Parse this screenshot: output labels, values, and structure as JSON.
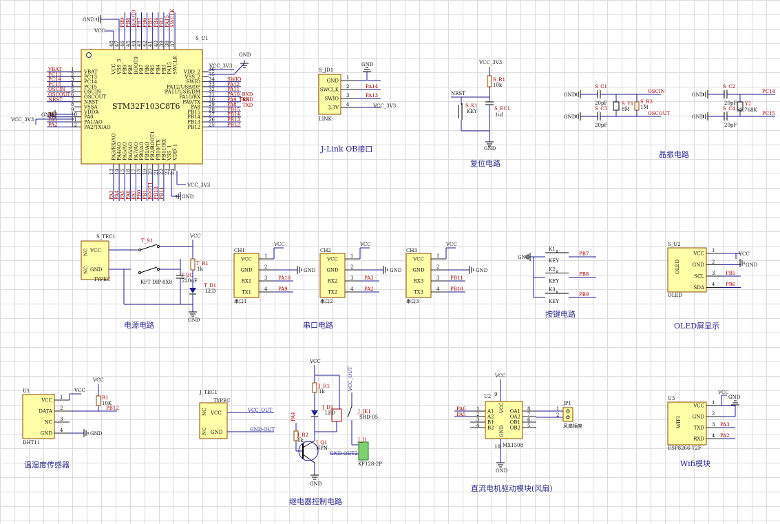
{
  "sections": {
    "power": "电源电路",
    "serial": "串口电路",
    "buttons": "按键电路",
    "oled": "OLED屏显示",
    "dht": "温湿度传感器",
    "relay": "继电器控制电路",
    "motor": "直流电机驱动模块(风扇)",
    "wifi": "Wifi模块",
    "jlink": "J-Link OB接口",
    "reset": "复位电路",
    "crystal": "晶振电路"
  },
  "mcu": {
    "ref": "S_U1",
    "part": "STM32F103C8T6",
    "left_pins": [
      "VBAT",
      "PC13",
      "PC14",
      "PC15",
      "OSCIN",
      "OSCOUT",
      "NRST",
      "VSSA",
      "VDDA",
      "PA0",
      "PA1/AO",
      "PA2/TX/AO"
    ],
    "left_nums": [
      "1",
      "2",
      "3",
      "4",
      "5",
      "6",
      "7",
      "8",
      "9",
      "10",
      "11",
      "12"
    ],
    "left_nets": [
      "VBAT",
      "PC13",
      "PC14",
      "PC15",
      "OSCIN",
      "OSCOUT",
      "NRST",
      "GND",
      "VCC_3V3",
      "PA0",
      "PA1",
      "PA2"
    ],
    "right_pins": [
      "VDD_2",
      "VSS_2",
      "SWIO",
      "PA12/USB/DP",
      "PA11/USB/DM",
      "PA10/RX",
      "PA9/TX",
      "PA8",
      "PB15",
      "PB14",
      "PB13",
      "PB12"
    ],
    "right_nums": [
      "36",
      "35",
      "34",
      "33",
      "32",
      "31",
      "30",
      "29",
      "28",
      "27",
      "26",
      "25"
    ],
    "right_nets": [
      "VCC_3V3",
      "",
      "SWIO",
      "PA12",
      "PA11",
      "PA10_RXD",
      "PA9_TXD",
      "PA8",
      "PB15",
      "PB14",
      "PB13",
      "PB12"
    ],
    "top_pins": [
      "VCC",
      "VSS_3",
      "PB9",
      "PB8",
      "BOOT0",
      "PB7",
      "PB6",
      "PB5",
      "PB4",
      "PB3",
      "PA15",
      "SWCLK"
    ],
    "top_nums": [
      "48",
      "47",
      "46",
      "45",
      "44",
      "43",
      "42",
      "41",
      "40",
      "39",
      "38",
      "37"
    ],
    "top_nets": [
      "",
      "",
      "PB9",
      "PB8",
      "BOOT0",
      "PB7",
      "PB6",
      "PB5",
      "PB4",
      "PB3",
      "PA15",
      "SWCLK"
    ],
    "bottom_pins": [
      "PA3/RX/AO",
      "PA4/AO",
      "PA5/AO",
      "PA6/AO",
      "PA7/AO",
      "PB0/AO",
      "PB1/AO",
      "PB2/BOOT1",
      "PB10/TX",
      "PB11/RX",
      "VSS_1",
      "VDD_1"
    ],
    "bottom_nums": [
      "13",
      "14",
      "15",
      "16",
      "17",
      "18",
      "19",
      "20",
      "21",
      "22",
      "23",
      "24"
    ],
    "bottom_nets": [
      "PA3",
      "PA4",
      "PA5",
      "PA6",
      "PA7",
      "PB0",
      "PB1",
      "BOOT1",
      "PB10",
      "PB11",
      "",
      ""
    ],
    "gnd": "GND",
    "vcc": "VCC",
    "vcc3v3": "VCC_3V3",
    "rx": "RXD",
    "tx": "TXD"
  },
  "jlink": {
    "ref": "S_JD1",
    "name": "LINK",
    "pins": [
      "GND",
      "SWCLK",
      "SWIO",
      "3.3V"
    ],
    "nums": [
      "1",
      "2",
      "3",
      "4"
    ],
    "nets": [
      "GND",
      "PA14",
      "PA13",
      "VCC_3V3"
    ]
  },
  "reset": {
    "vcc": "VCC_3V3",
    "r": "S_R1",
    "rv": "10k",
    "nrst": "NRST",
    "k": "S_K1",
    "kv": "KEY",
    "c": "S_EC1",
    "cv": "1uf",
    "gnd": "GND"
  },
  "crystal": {
    "c1": "S_C1",
    "c1v": "20pF",
    "c3": "S_C3",
    "c3v": "20pF",
    "y1": "S_Y1",
    "y1v": "8M",
    "r2": "S_R2",
    "r2v": "1M",
    "oscin": "OSCIN",
    "oscout": "OSCOUT",
    "c2": "S_C2",
    "c2v": "20pF",
    "c4": "S_C4",
    "c4v": "20pF",
    "y2": "Y2",
    "y2v": "32.768K",
    "pc14": "PC14",
    "pc15": "PC15",
    "gnd": "GND"
  },
  "power": {
    "tec": "S_TEC1",
    "tecv": "TYPEC",
    "nc": "NC",
    "vcc_pin": "VCC",
    "gnd_pin": "GND",
    "sw": "T_S1",
    "swv": "KFT DIP-8X8",
    "r": "T_R1",
    "rv": "1k",
    "c": "T_EC",
    "cv": "220uF",
    "d": "T_D1",
    "dv": "LED",
    "vcc": "VCC",
    "gnd": "GND"
  },
  "serial": {
    "units": [
      {
        "ref": "CH1",
        "name": "串口1",
        "pins": [
          "VCC",
          "GND",
          "RX1",
          "TX1"
        ],
        "nets": [
          "VCC",
          "GND",
          "PA10",
          "PA9"
        ]
      },
      {
        "ref": "CH2",
        "name": "串口2",
        "pins": [
          "VCC",
          "GND",
          "RX2",
          "TX2"
        ],
        "nets": [
          "VCC",
          "GND",
          "PA3",
          "PA2"
        ]
      },
      {
        "ref": "CH3",
        "name": "串口3",
        "pins": [
          "VCC",
          "GND",
          "RX3",
          "TX3"
        ],
        "nets": [
          "VCC",
          "GND",
          "PB11",
          "PB10"
        ]
      }
    ],
    "nums": [
      "1",
      "2",
      "3",
      "4"
    ]
  },
  "buttons": {
    "keys": [
      {
        "ref": "K1",
        "name": "KEY",
        "net": "PB7"
      },
      {
        "ref": "K2",
        "name": "KEY",
        "net": "PB8"
      },
      {
        "ref": "K3",
        "name": "KEY",
        "net": "PB9"
      }
    ],
    "gnd": "GND"
  },
  "oled": {
    "ref": "S_U2",
    "name": "OLED",
    "part": "OLED",
    "pins": [
      "VCC",
      "GND",
      "SCL",
      "SDA"
    ],
    "nums": [
      "1",
      "2",
      "3",
      "4"
    ],
    "nets": [
      "VCC",
      "GND",
      "PB5",
      "PB6"
    ]
  },
  "dht": {
    "ref": "U1",
    "part": "DHT11",
    "pins": [
      "VCC",
      "DATA",
      "NC",
      "GND"
    ],
    "nums": [
      "1",
      "2",
      "3",
      "4"
    ],
    "vcc": "VCC",
    "gnd": "GND",
    "r": "R1",
    "rv": "10K",
    "net": "PB12"
  },
  "relay": {
    "tec": "J_TEC1",
    "tecv": "TYPEC",
    "nc": "NC",
    "vcc_pin": "VCC",
    "gnd_pin": "GND",
    "vcc_out": "VCC_OUT",
    "gnd_out": "GND-OUT",
    "vcc": "VCC",
    "r1": "J_R1",
    "r1v": "1k",
    "d": "J_D1",
    "dv": "LED",
    "jk": "J_JK1",
    "jkv": "SRD-05",
    "r2": "J_R2",
    "r2v": "1k",
    "q": "J_Q1",
    "qv": "NPN",
    "j1": "J_J1",
    "j1v": "KF128-2P",
    "pa4": "PA4",
    "gnd": "GND",
    "gnd_out2": "GND-OUT2"
  },
  "motor": {
    "ref": "U2",
    "part": "MX1508",
    "left_pins": [
      "A1",
      "A2",
      "B1",
      "B2"
    ],
    "left_nums": [
      "1",
      "2",
      "3",
      "4"
    ],
    "left_nets": [
      "PA6",
      "PA5",
      "",
      ""
    ],
    "right_pins": [
      "OA1",
      "OA2",
      "OB1",
      "OB2"
    ],
    "right_nums": [
      "8",
      "7",
      "6",
      "5"
    ],
    "vcc_pin": "VCC",
    "gnd_pin": "GND",
    "vcc_num": "9",
    "gnd_num": "10",
    "vcc": "VCC",
    "gnd": "GND",
    "jp": "JP1",
    "jpv": "风扇插座",
    "jp_nums": [
      "1",
      "2"
    ]
  },
  "wifi": {
    "ref": "U3",
    "part": "ESP8266-12F",
    "name": "WIFI",
    "pins": [
      "VCC",
      "GND",
      "TXD",
      "RXD"
    ],
    "nums": [
      "1",
      "2",
      "3",
      "4"
    ],
    "nets": [
      "VCC",
      "GND",
      "PA3",
      "PA2"
    ]
  }
}
